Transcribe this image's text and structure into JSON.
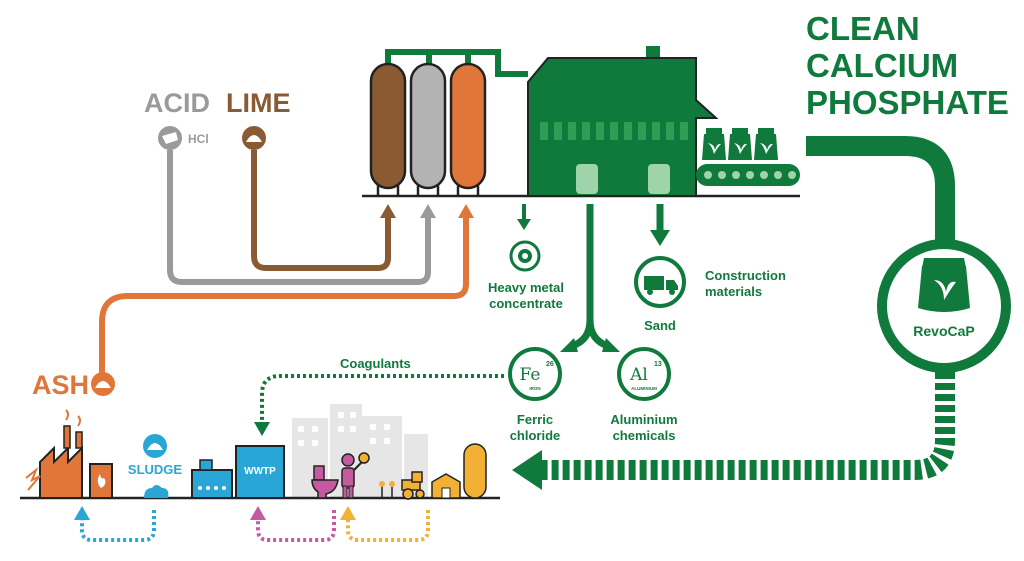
{
  "product": {
    "title_lines": [
      "CLEAN",
      "CALCIUM",
      "PHOSPHATE"
    ],
    "brand": "RevoCaP"
  },
  "inputs": {
    "acid": "ACID",
    "acid_formula": "HCl",
    "lime": "LIME",
    "ash": "ASH",
    "sludge": "SLUDGE"
  },
  "outputs": {
    "heavy_metal": [
      "Heavy metal",
      "concentrate"
    ],
    "construction": [
      "Construction",
      "materials"
    ],
    "sand": "Sand",
    "ferric": {
      "symbol": "Fe",
      "number": "26",
      "element": "IRON",
      "label": [
        "Ferric",
        "chloride"
      ]
    },
    "aluminium": {
      "symbol": "Al",
      "number": "13",
      "element": "ALUMINIUM",
      "label": [
        "Aluminium",
        "chemicals"
      ]
    },
    "coagulants": "Coagulants"
  },
  "city": {
    "wwtp": "WWTP"
  },
  "colors": {
    "green": "#0f7a3c",
    "green_light": "#2e9e55",
    "green_pale": "#9fd3a9",
    "acid_grey": "#9a9a9a",
    "lime_brown": "#8a5a32",
    "ash_orange": "#e0763a",
    "sludge_blue": "#2aa6d6",
    "pink": "#c55aa0",
    "yellow": "#f2b134",
    "ink": "#222222"
  }
}
